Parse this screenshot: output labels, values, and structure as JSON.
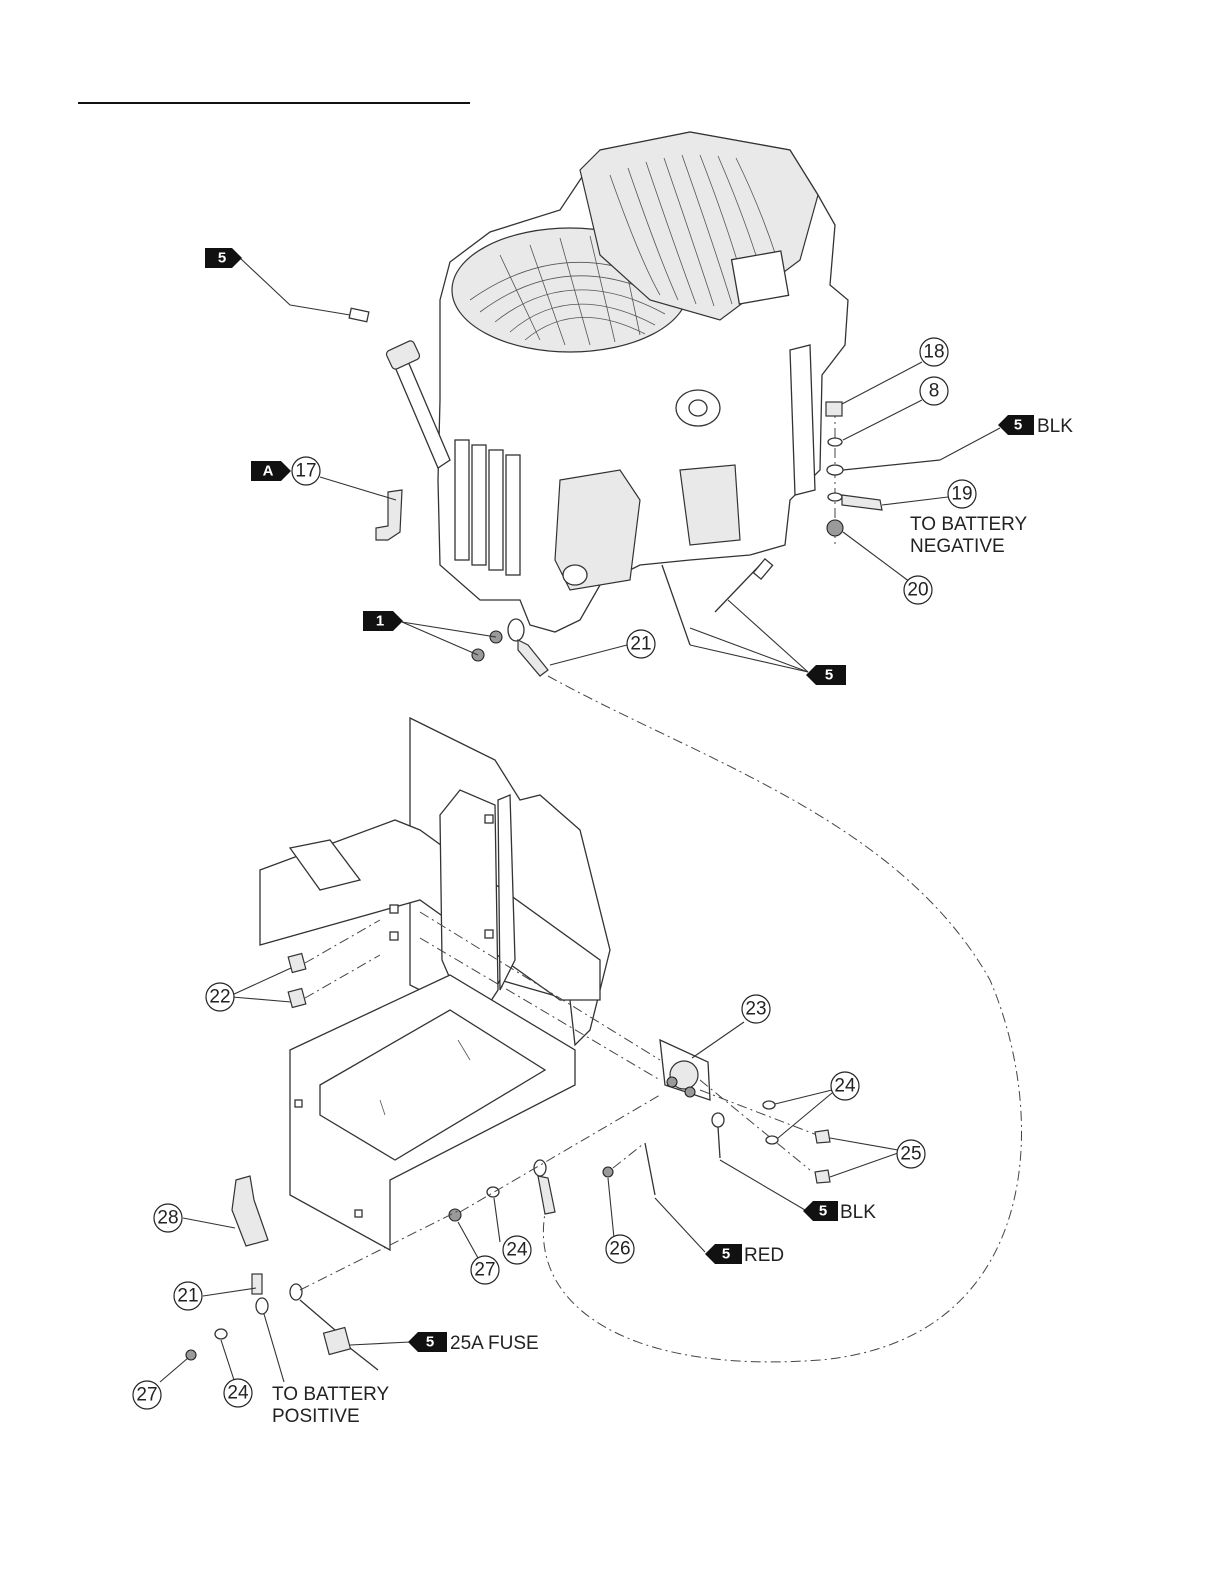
{
  "callouts": {
    "c17": "17",
    "c18": "18",
    "c8": "8",
    "c19": "19",
    "c20": "20",
    "c21a": "21",
    "c22": "22",
    "c23": "23",
    "c24a": "24",
    "c25": "25",
    "c24b": "24",
    "c27a": "27",
    "c26": "26",
    "c28": "28",
    "c21b": "21",
    "c27b": "27",
    "c24c": "24"
  },
  "tags": {
    "t5_top": "5",
    "tA": "A",
    "t5_blk_top": "5",
    "t1": "1",
    "t5_mid": "5",
    "t5_blk_bottom": "5",
    "t5_red": "5",
    "t5_fuse": "5"
  },
  "notes": {
    "blk_top": "BLK",
    "battery_negative_1": "TO BATTERY",
    "battery_negative_2": "NEGATIVE",
    "blk_bottom": "BLK",
    "red": "RED",
    "fuse": "25A FUSE",
    "battery_positive_1": "TO BATTERY",
    "battery_positive_2": "POSITIVE"
  }
}
